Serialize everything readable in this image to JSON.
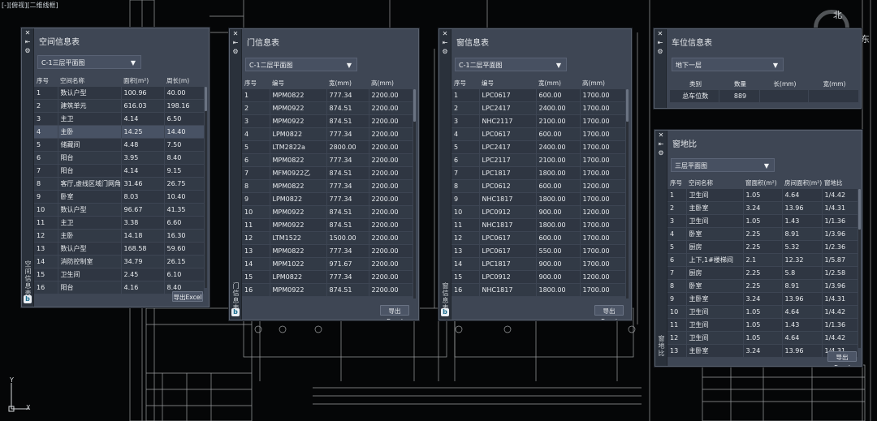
{
  "viewport": {
    "label": "[-][俯视][二维线框]"
  },
  "compass": {
    "north": "北",
    "east": "东"
  },
  "ucs": {
    "y": "Y",
    "x": "X"
  },
  "panels": {
    "space": {
      "title": "空间信息表",
      "strip_title": "空间信息表",
      "floor": "C-1三层平面图",
      "columns": [
        "序号",
        "空间名称",
        "面积(m²)",
        "周长(m)"
      ],
      "rows": [
        [
          "1",
          "数认户型",
          "100.96",
          "40.00"
        ],
        [
          "2",
          "建筑单元",
          "616.03",
          "198.16"
        ],
        [
          "3",
          "主卫",
          "4.14",
          "6.50"
        ],
        [
          "4",
          "主卧",
          "14.25",
          "14.40"
        ],
        [
          "5",
          "储藏间",
          "4.48",
          "7.50"
        ],
        [
          "6",
          "阳台",
          "3.95",
          "8.40"
        ],
        [
          "7",
          "阳台",
          "4.14",
          "9.15"
        ],
        [
          "8",
          "客厅,虚线区域门网角2",
          "31.46",
          "26.75"
        ],
        [
          "9",
          "卧室",
          "8.03",
          "10.40"
        ],
        [
          "10",
          "数认户型",
          "96.67",
          "41.35"
        ],
        [
          "11",
          "主卫",
          "3.38",
          "6.60"
        ],
        [
          "12",
          "主卧",
          "14.18",
          "16.30"
        ],
        [
          "13",
          "数认户型",
          "168.58",
          "59.60"
        ],
        [
          "14",
          "消防控制室",
          "34.79",
          "26.15"
        ],
        [
          "15",
          "卫生间",
          "2.45",
          "6.10"
        ],
        [
          "16",
          "阳台",
          "4.16",
          "8.40"
        ]
      ],
      "export": "导出Excel"
    },
    "door": {
      "title": "门信息表",
      "strip_title": "门信息表",
      "floor": "C-1二层平面图",
      "columns": [
        "序号",
        "编号",
        "宽(mm)",
        "高(mm)"
      ],
      "rows": [
        [
          "1",
          "MPM0822",
          "777.34",
          "2200.00"
        ],
        [
          "2",
          "MPM0922",
          "874.51",
          "2200.00"
        ],
        [
          "3",
          "MPM0922",
          "874.51",
          "2200.00"
        ],
        [
          "4",
          "LPM0822",
          "777.34",
          "2200.00"
        ],
        [
          "5",
          "LTM2822a",
          "2800.00",
          "2200.00"
        ],
        [
          "6",
          "MPM0822",
          "777.34",
          "2200.00"
        ],
        [
          "7",
          "MFM0922乙",
          "874.51",
          "2200.00"
        ],
        [
          "8",
          "MPM0822",
          "777.34",
          "2200.00"
        ],
        [
          "9",
          "LPM0822",
          "777.34",
          "2200.00"
        ],
        [
          "10",
          "MPM0922",
          "874.51",
          "2200.00"
        ],
        [
          "11",
          "MPM0922",
          "874.51",
          "2200.00"
        ],
        [
          "12",
          "LTM1522",
          "1500.00",
          "2200.00"
        ],
        [
          "13",
          "MPM0822",
          "777.34",
          "2200.00"
        ],
        [
          "14",
          "MPM1022",
          "971.67",
          "2200.00"
        ],
        [
          "15",
          "LPM0822",
          "777.34",
          "2200.00"
        ],
        [
          "16",
          "MPM0922",
          "874.51",
          "2200.00"
        ]
      ],
      "export": "导出Excel"
    },
    "window": {
      "title": "窗信息表",
      "strip_title": "窗信息表",
      "floor": "C-1二层平面图",
      "columns": [
        "序号",
        "编号",
        "宽(mm)",
        "高(mm)"
      ],
      "rows": [
        [
          "1",
          "LPC0617",
          "600.00",
          "1700.00"
        ],
        [
          "2",
          "LPC2417",
          "2400.00",
          "1700.00"
        ],
        [
          "3",
          "NHC2117",
          "2100.00",
          "1700.00"
        ],
        [
          "4",
          "LPC0617",
          "600.00",
          "1700.00"
        ],
        [
          "5",
          "LPC2417",
          "2400.00",
          "1700.00"
        ],
        [
          "6",
          "LPC2117",
          "2100.00",
          "1700.00"
        ],
        [
          "7",
          "LPC1817",
          "1800.00",
          "1700.00"
        ],
        [
          "8",
          "LPC0612",
          "600.00",
          "1200.00"
        ],
        [
          "9",
          "NHC1817",
          "1800.00",
          "1700.00"
        ],
        [
          "10",
          "LPC0912",
          "900.00",
          "1200.00"
        ],
        [
          "11",
          "NHC1817",
          "1800.00",
          "1700.00"
        ],
        [
          "12",
          "LPC0617",
          "600.00",
          "1700.00"
        ],
        [
          "13",
          "LPC0617",
          "550.00",
          "1700.00"
        ],
        [
          "14",
          "LPC1817",
          "900.00",
          "1700.00"
        ],
        [
          "15",
          "LPC0912",
          "900.00",
          "1200.00"
        ],
        [
          "16",
          "NHC1817",
          "1800.00",
          "1700.00"
        ]
      ],
      "export": "导出Excel"
    },
    "parking": {
      "title": "车位信息表",
      "floor": "地下一层",
      "columns": [
        "类别",
        "数量",
        "长(mm)",
        "宽(mm)"
      ],
      "rows": [
        [
          "总车位数",
          "889",
          "",
          ""
        ]
      ]
    },
    "ratio": {
      "title": "窗地比",
      "strip_title": "窗地比",
      "floor": "三层平面图",
      "columns": [
        "序号",
        "空间名称",
        "窗面积(m²)",
        "房间面积(m²)",
        "窗地比"
      ],
      "rows": [
        [
          "1",
          "卫生间",
          "1.05",
          "4.64",
          "1/4.42"
        ],
        [
          "2",
          "主卧室",
          "3.24",
          "13.96",
          "1/4.31"
        ],
        [
          "3",
          "卫生间",
          "1.05",
          "1.43",
          "1/1.36"
        ],
        [
          "4",
          "卧室",
          "2.25",
          "8.91",
          "1/3.96"
        ],
        [
          "5",
          "厨房",
          "2.25",
          "5.32",
          "1/2.36"
        ],
        [
          "6",
          "上下,1#楼梯间",
          "2.1",
          "12.32",
          "1/5.87"
        ],
        [
          "7",
          "厨房",
          "2.25",
          "5.8",
          "1/2.58"
        ],
        [
          "8",
          "卧室",
          "2.25",
          "8.91",
          "1/3.96"
        ],
        [
          "9",
          "主卧室",
          "3.24",
          "13.96",
          "1/4.31"
        ],
        [
          "10",
          "卫生间",
          "1.05",
          "4.64",
          "1/4.42"
        ],
        [
          "11",
          "卫生间",
          "1.05",
          "1.43",
          "1/1.36"
        ],
        [
          "12",
          "卫生间",
          "1.05",
          "4.64",
          "1/4.42"
        ],
        [
          "13",
          "主卧室",
          "3.24",
          "13.96",
          "1/4.31"
        ]
      ],
      "export": "导出Excel"
    }
  }
}
